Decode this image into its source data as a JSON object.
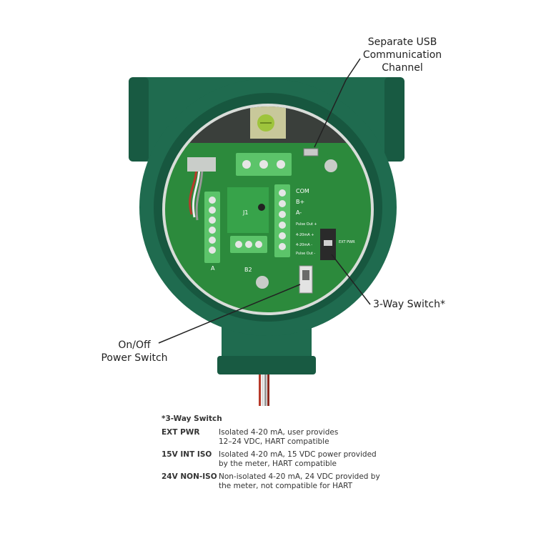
{
  "callouts": {
    "usb": [
      "Separate USB",
      "Communication",
      "Channel"
    ],
    "three_way": "3-Way Switch*",
    "power": [
      "On/Off",
      "Power Switch"
    ]
  },
  "board_labels": {
    "com": "COM",
    "b_plus": "B+",
    "a_minus": "A-",
    "pulse_out_plus": "Pulse Out +",
    "ma_plus": "4-20mA +",
    "ma_minus": "4-20mA -",
    "pulse_out_minus": "Pulse Out -",
    "j1": "J1",
    "b2": "B2",
    "a": "A",
    "ext_pwr": "EXT PWR"
  },
  "legend": {
    "title": "*3-Way Switch",
    "rows": [
      {
        "key": "EXT PWR",
        "lines": [
          "Isolated 4-20 mA, user provides",
          "12–24 VDC, HART compatible"
        ]
      },
      {
        "key": "15V INT ISO",
        "lines": [
          "Isolated 4-20 mA, 15 VDC power provided",
          "by the meter, HART compatible"
        ]
      },
      {
        "key": "24V NON-ISO",
        "lines": [
          "Non-isolated 4-20 mA, 24 VDC provided by",
          "the meter, not compatible for HART"
        ]
      }
    ]
  },
  "colors": {
    "housing": "#1f6b4f",
    "housing_dark": "#17573f",
    "board": "#2c8a3c",
    "terminal": "#5cc46a"
  }
}
